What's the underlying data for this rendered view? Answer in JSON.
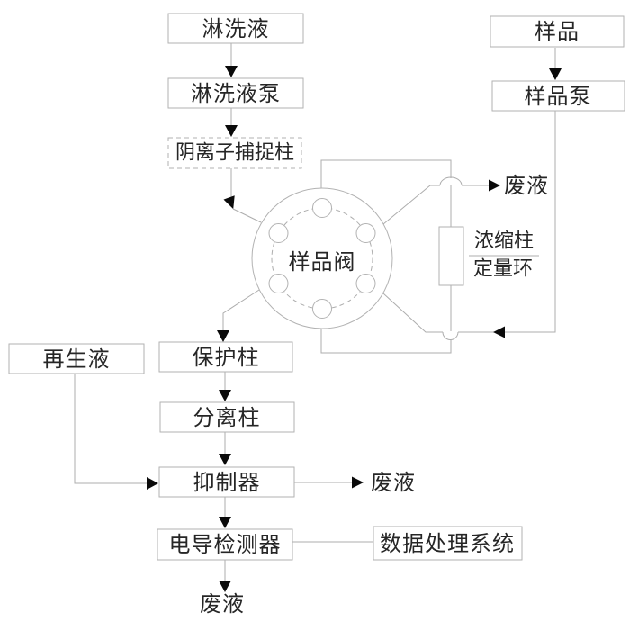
{
  "diagram_title": "ion-chromatography-flow-diagram",
  "colors": {
    "background": "#ffffff",
    "line": "#adadad",
    "box_border": "#b2b2b2",
    "text": "#262626",
    "arrowhead": "#0a0a0a"
  },
  "nodes": {
    "eluent": {
      "label": "淋洗液"
    },
    "eluent_pump": {
      "label": "淋洗液泵"
    },
    "anion_trap_column": {
      "label": "阴离子捕捉柱"
    },
    "sample": {
      "label": "样品"
    },
    "sample_pump": {
      "label": "样品泵"
    },
    "sample_valve": {
      "label": "样品阀"
    },
    "waste_top": {
      "label": "废液"
    },
    "concentration_column": {
      "label": "浓缩柱"
    },
    "quantitative_loop": {
      "label": "定量环"
    },
    "regenerant": {
      "label": "再生液"
    },
    "guard_column": {
      "label": "保护柱"
    },
    "separation_column": {
      "label": "分离柱"
    },
    "suppressor": {
      "label": "抑制器"
    },
    "waste_mid": {
      "label": "废液"
    },
    "conductivity_detector": {
      "label": "电导检测器"
    },
    "data_processing_system": {
      "label": "数据处理系统"
    },
    "waste_bottom": {
      "label": "废液"
    }
  }
}
